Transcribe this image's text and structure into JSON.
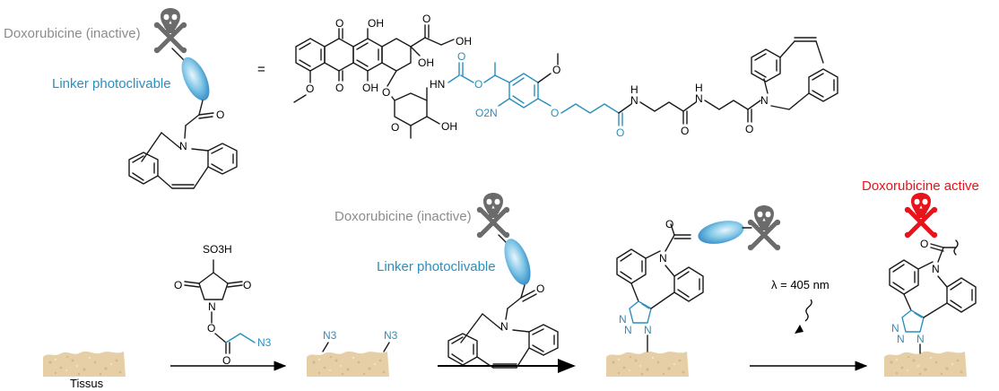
{
  "colors": {
    "inactive_label": "#8c8c8c",
    "linker": "#2a8fbf",
    "active": "#e8131b",
    "skull_gray": "#6b6b6b",
    "tissue": "#e6cfa6",
    "bond": "#1a1a1a"
  },
  "top": {
    "drug_label": "Doxorubicine (inactive)",
    "linker_label": "Linker photoclivable",
    "equals": "="
  },
  "structure_atoms": {
    "oh1": "OH",
    "oh2": "OH",
    "oh3": "OH",
    "oh4": "OH",
    "hn": "HN",
    "nh1": "H",
    "nh1b": "N",
    "nh2": "H",
    "nh2b": "N",
    "n_dbco": "N",
    "n_top_dbco": "N",
    "o2n": "O2N"
  },
  "bottom": {
    "tissue_label": "Tissus",
    "so3h": "SO3H",
    "n3": "N3",
    "drug_label": "Doxorubicine (inactive)",
    "linker_label": "Linker photoclivable",
    "light": "λ = 405 nm",
    "active_label": "Doxorubicine active"
  }
}
